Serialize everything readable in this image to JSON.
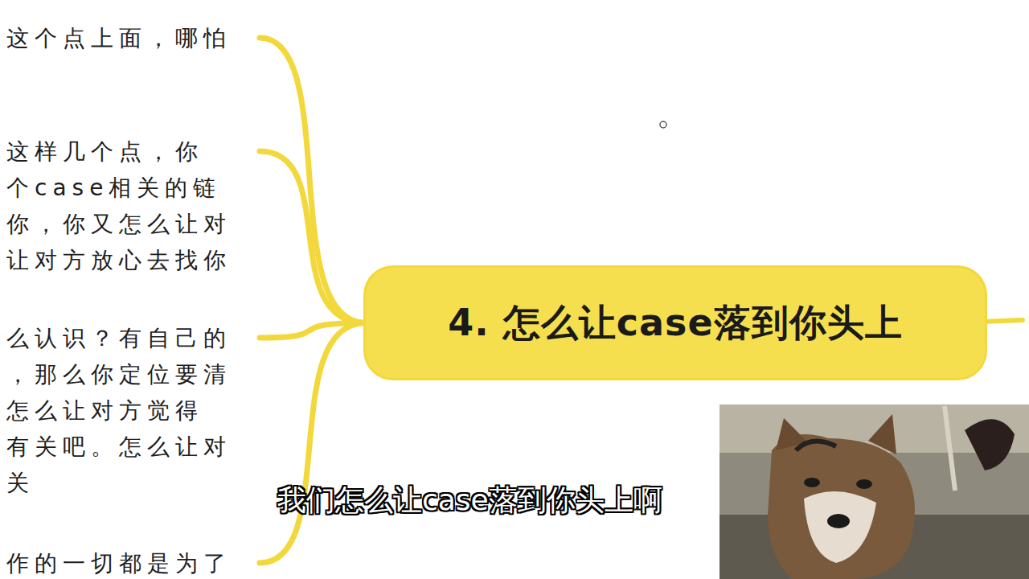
{
  "diagram": {
    "nodes": [
      {
        "text": [
          "4. 怎么让case落到你头上"
        ]
      },
      {
        "text": [
          "这个点上面，哪怕"
        ]
      },
      {
        "text": [
          "这样几个点，你 个case相关的链 你，你又怎么让对 让对方放心去找你"
        ]
      },
      {
        "text": [
          "么认识？有自己的 ，那么你定位要清 怎么让对方觉得 有关吧。怎么让对 关"
        ]
      },
      {
        "text": [
          "作的一切都是为了"
        ]
      }
    ],
    "edges": [
      {
        "from": 0,
        "to": 1,
        "arrow": "none"
      },
      {
        "from": 0,
        "to": 2,
        "arrow": "none"
      },
      {
        "from": 0,
        "to": 3,
        "arrow": "none"
      },
      {
        "from": 0,
        "to": 4,
        "arrow": "none"
      }
    ],
    "labels": [
      "我们怎么让case落到你头上啊"
    ]
  }
}
